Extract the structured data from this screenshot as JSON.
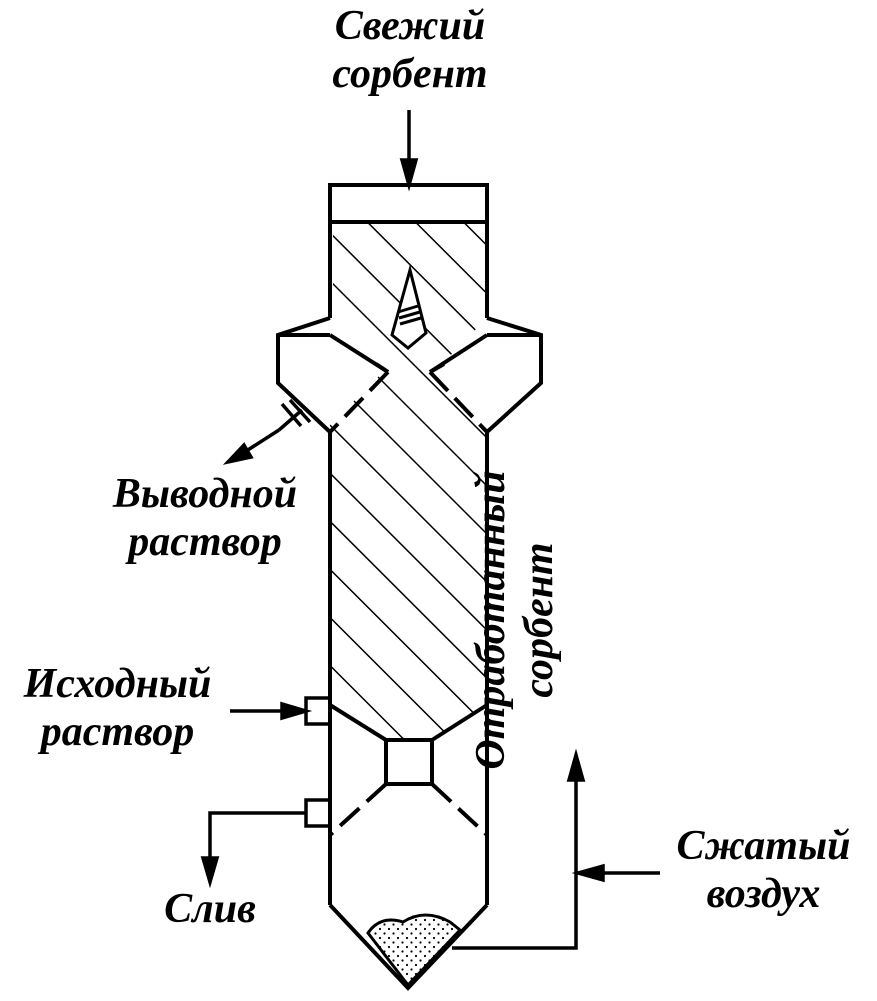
{
  "labels": {
    "fresh_sorbent": [
      "Свежий",
      "сорбент"
    ],
    "output_solution": [
      "Выводной",
      "раствор"
    ],
    "source_solution": [
      "Исходный",
      "раствор"
    ],
    "drain": "Слив",
    "compressed_air": [
      "Сжатый",
      "воздух"
    ],
    "spent_sorbent": [
      "Отработанный",
      "сорбент"
    ]
  },
  "colors": {
    "line": "#000000",
    "background": "#ffffff"
  }
}
